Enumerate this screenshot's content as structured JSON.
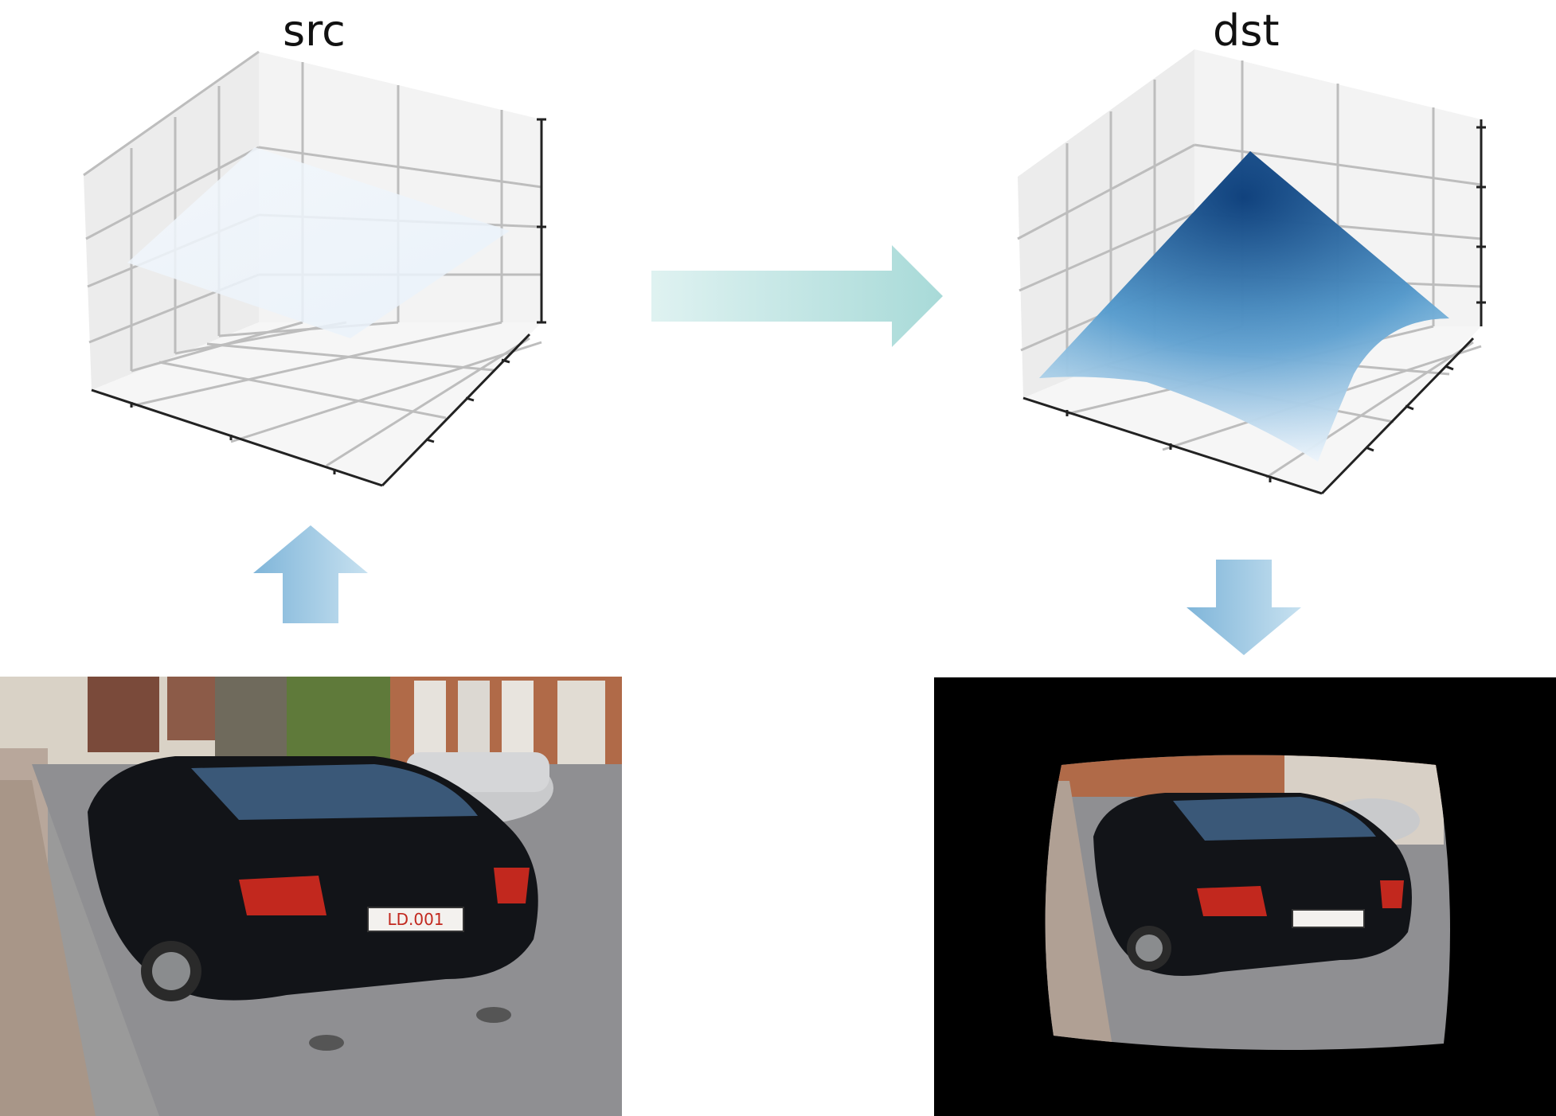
{
  "diagram": {
    "src_title": "src",
    "dst_title": "dst",
    "photo_plate_text": "LD.001",
    "arrows": {
      "horizontal": "teal-gradient-arrow-right",
      "up": "blue-gradient-arrow-up",
      "down": "blue-gradient-arrow-down"
    },
    "colors": {
      "pane_fill": "#f2f2f2",
      "grid": "#b0b0b0",
      "surface_light": "#eef5fc",
      "surface_dark": "#08306b",
      "arrow_teal": "#b3e0df",
      "arrow_blue": "#8fc1de",
      "photo_background_dst": "#000000"
    }
  }
}
